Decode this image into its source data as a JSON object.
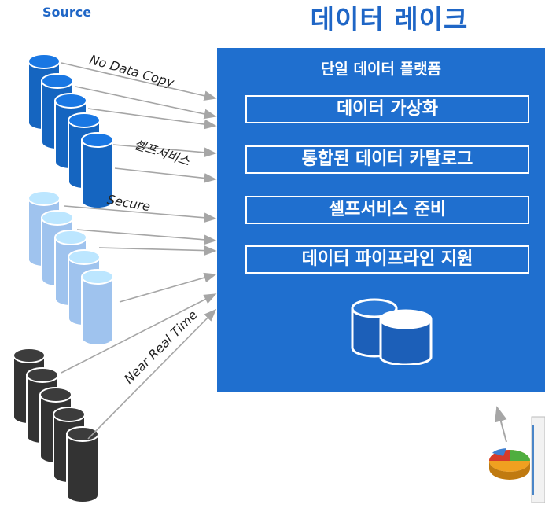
{
  "source_label": "Source",
  "lake_title": "데이터 레이크",
  "platform": {
    "title": "단일 데이터 플랫폼",
    "features": [
      "데이터 가상화",
      "통합된 데이터 카탈로그",
      "셀프서비스 준비",
      "데이터 파이프라인 지원"
    ]
  },
  "arrow_labels": [
    "No Data Copy",
    "셀프서비스",
    "Secure",
    "Near Real Time"
  ],
  "colors": {
    "accent": "#1f66c6",
    "platform": "#1f6fcf",
    "db_dark_blue": "#1565c0",
    "db_light_blue": "#9fc3ee",
    "db_dark": "#333333",
    "arrow": "#a6a6a6"
  },
  "icons": [
    "database-stack-icon",
    "analytics-chart-icon"
  ]
}
